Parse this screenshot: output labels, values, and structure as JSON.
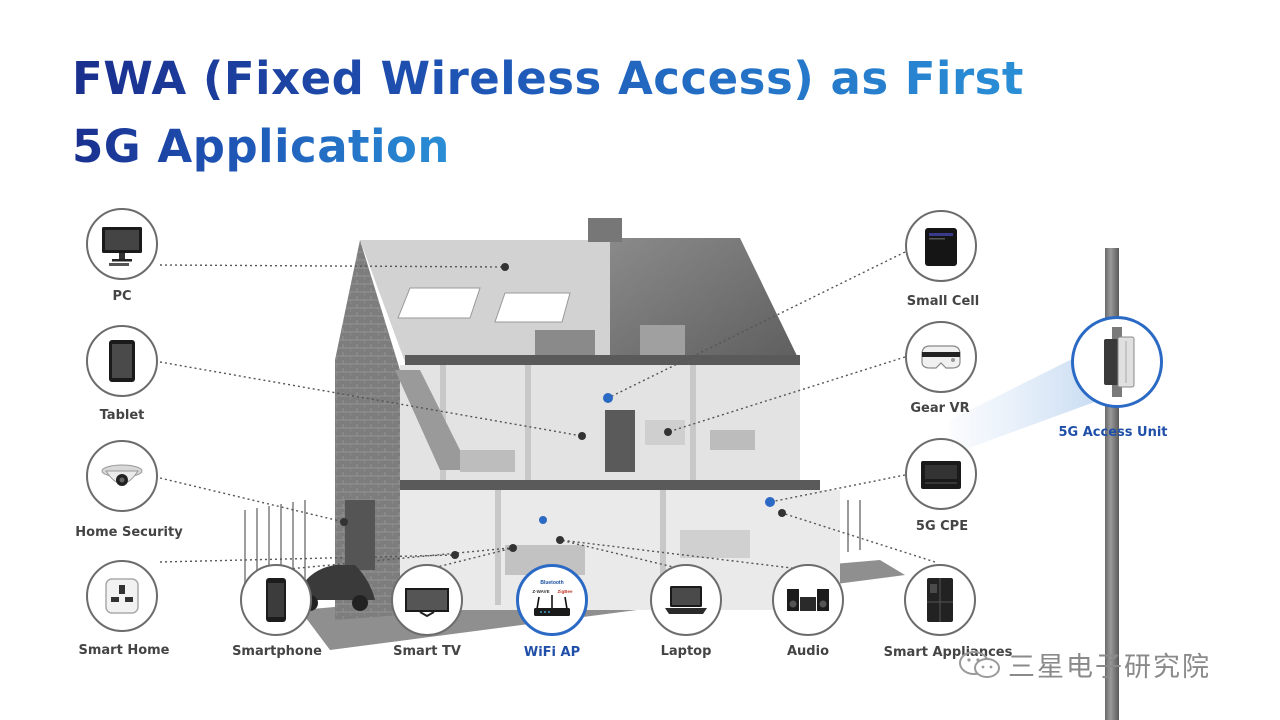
{
  "title": {
    "line1": "FWA (Fixed Wireless Access) as First",
    "line2": "5G Application"
  },
  "colors": {
    "title_dark": "#1a2f8e",
    "title_light": "#2a8fd6",
    "highlight": "#2a69c4",
    "circle_border": "#6c6c6c",
    "label_text": "#444444"
  },
  "devices": {
    "pc": {
      "label": "PC",
      "icon": "pc-icon"
    },
    "tablet": {
      "label": "Tablet",
      "icon": "tablet-icon"
    },
    "home_security": {
      "label": "Home Security",
      "icon": "security-camera-icon"
    },
    "smart_home": {
      "label": "Smart Home",
      "icon": "smart-plug-icon"
    },
    "smartphone": {
      "label": "Smartphone",
      "icon": "smartphone-icon"
    },
    "smart_tv": {
      "label": "Smart TV",
      "icon": "tv-icon"
    },
    "wifi_ap": {
      "label": "WiFi AP",
      "icon": "wifi-router-icon",
      "badges": [
        "Bluetooth",
        "Z-WAVE",
        "ZigBee"
      ]
    },
    "laptop": {
      "label": "Laptop",
      "icon": "laptop-icon"
    },
    "audio": {
      "label": "Audio",
      "icon": "speaker-icon"
    },
    "smart_appliances": {
      "label": "Smart Appliances",
      "icon": "refrigerator-icon"
    },
    "small_cell": {
      "label": "Small Cell",
      "icon": "small-cell-icon"
    },
    "gear_vr": {
      "label": "Gear VR",
      "icon": "vr-headset-icon"
    },
    "cpe_5g": {
      "label": "5G CPE",
      "icon": "cpe-icon"
    }
  },
  "access_unit": {
    "label": "5G Access Unit",
    "icon": "access-unit-icon"
  },
  "watermark": {
    "text": "三星电子研究院",
    "icon": "wechat-icon"
  }
}
